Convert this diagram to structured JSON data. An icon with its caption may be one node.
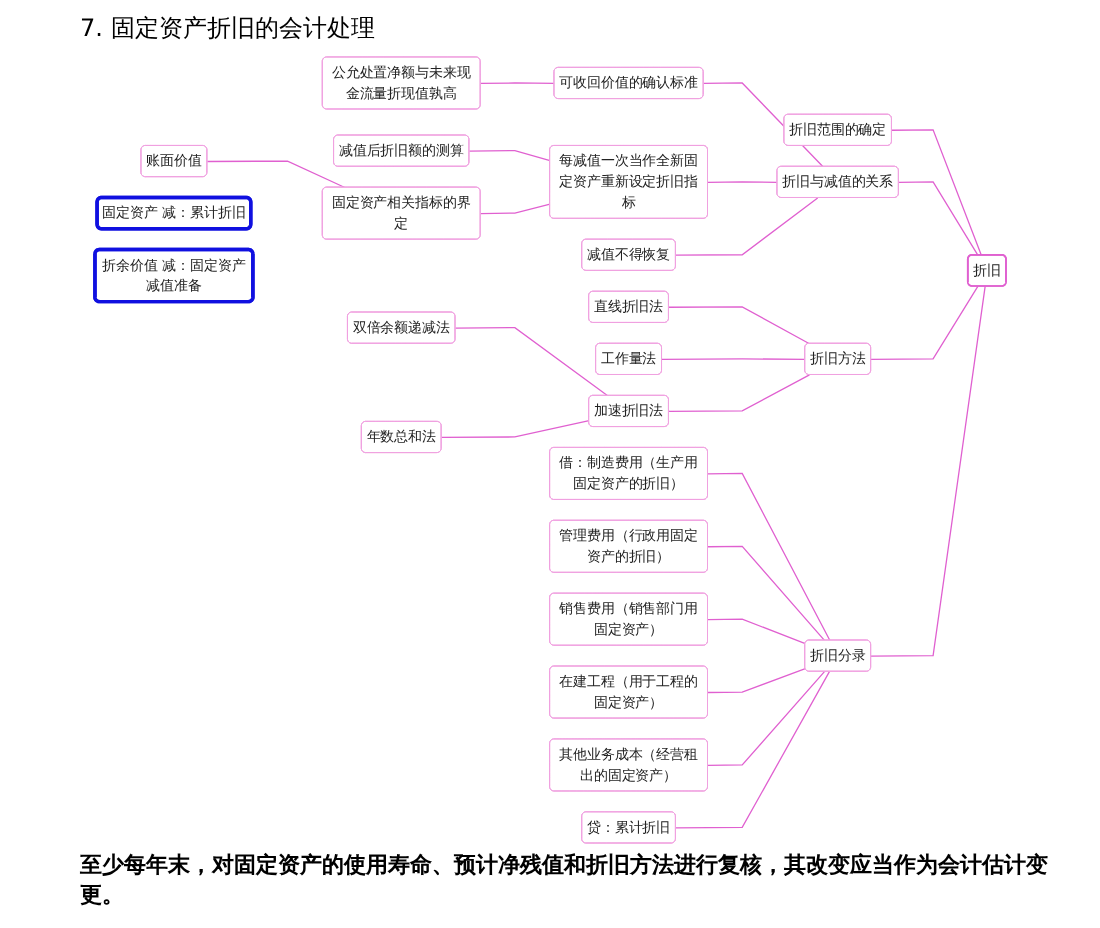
{
  "diagram": {
    "title": "7. 固定资产折旧的会计处理",
    "nodes": [
      {
        "text": [
          "折旧"
        ]
      },
      {
        "text": [
          "折旧范围的确定"
        ]
      },
      {
        "text": [
          "折旧与减值的关系"
        ]
      },
      {
        "text": [
          "可收回价值的确认标准"
        ]
      },
      {
        "text": [
          "公允处置净额与未来现金流量折现值孰高"
        ]
      },
      {
        "text": [
          "每减值一次当作全新固定资产重新设定折旧指标"
        ]
      },
      {
        "text": [
          "减值后折旧额的测算"
        ]
      },
      {
        "text": [
          "固定资产相关指标的界定"
        ]
      },
      {
        "text": [
          "固定资产 减：累计折旧"
        ]
      },
      {
        "text": [
          "折余价值 减：固定资产减值准备"
        ]
      },
      {
        "text": [
          "账面价值"
        ]
      },
      {
        "text": [
          "减值不得恢复"
        ]
      },
      {
        "text": [
          "折旧方法"
        ]
      },
      {
        "text": [
          "直线折旧法"
        ]
      },
      {
        "text": [
          "工作量法"
        ]
      },
      {
        "text": [
          "加速折旧法"
        ]
      },
      {
        "text": [
          "双倍余额递减法"
        ]
      },
      {
        "text": [
          "年数总和法"
        ]
      },
      {
        "text": [
          "折旧分录"
        ]
      },
      {
        "text": [
          "借：制造费用（生产用固定资产的折旧）"
        ]
      },
      {
        "text": [
          "管理费用（行政用固定资产的折旧）"
        ]
      },
      {
        "text": [
          "销售费用（销售部门用固定资产）"
        ]
      },
      {
        "text": [
          "在建工程（用于工程的固定资产）"
        ]
      },
      {
        "text": [
          "其他业务成本（经营租出的固定资产）"
        ]
      },
      {
        "text": [
          "贷：累计折旧"
        ]
      }
    ],
    "labels": [
      "至少每年末，对固定资产的使用寿命、预计净残值和折旧方法进行复核，其改变应当作为会计估计变更。"
    ],
    "edges": [
      {
        "from": 0,
        "to": 1,
        "arrow": "none"
      },
      {
        "from": 0,
        "to": 2,
        "arrow": "none"
      },
      {
        "from": 2,
        "to": 3,
        "arrow": "none"
      },
      {
        "from": 3,
        "to": 4,
        "arrow": "none"
      },
      {
        "from": 2,
        "to": 5,
        "arrow": "none"
      },
      {
        "from": 5,
        "to": 6,
        "arrow": "none"
      },
      {
        "from": 5,
        "to": 7,
        "arrow": "none"
      },
      {
        "from": 7,
        "to": 10,
        "arrow": "none"
      },
      {
        "from": 2,
        "to": 11,
        "arrow": "none"
      },
      {
        "from": 0,
        "to": 12,
        "arrow": "none"
      },
      {
        "from": 12,
        "to": 13,
        "arrow": "none"
      },
      {
        "from": 12,
        "to": 14,
        "arrow": "none"
      },
      {
        "from": 12,
        "to": 15,
        "arrow": "none"
      },
      {
        "from": 15,
        "to": 16,
        "arrow": "none"
      },
      {
        "from": 15,
        "to": 17,
        "arrow": "none"
      },
      {
        "from": 0,
        "to": 18,
        "arrow": "none"
      },
      {
        "from": 18,
        "to": 19,
        "arrow": "none"
      },
      {
        "from": 18,
        "to": 20,
        "arrow": "none"
      },
      {
        "from": 18,
        "to": 21,
        "arrow": "none"
      },
      {
        "from": 18,
        "to": 22,
        "arrow": "none"
      },
      {
        "from": 18,
        "to": 23,
        "arrow": "none"
      },
      {
        "from": 18,
        "to": 24,
        "arrow": "none"
      }
    ]
  }
}
